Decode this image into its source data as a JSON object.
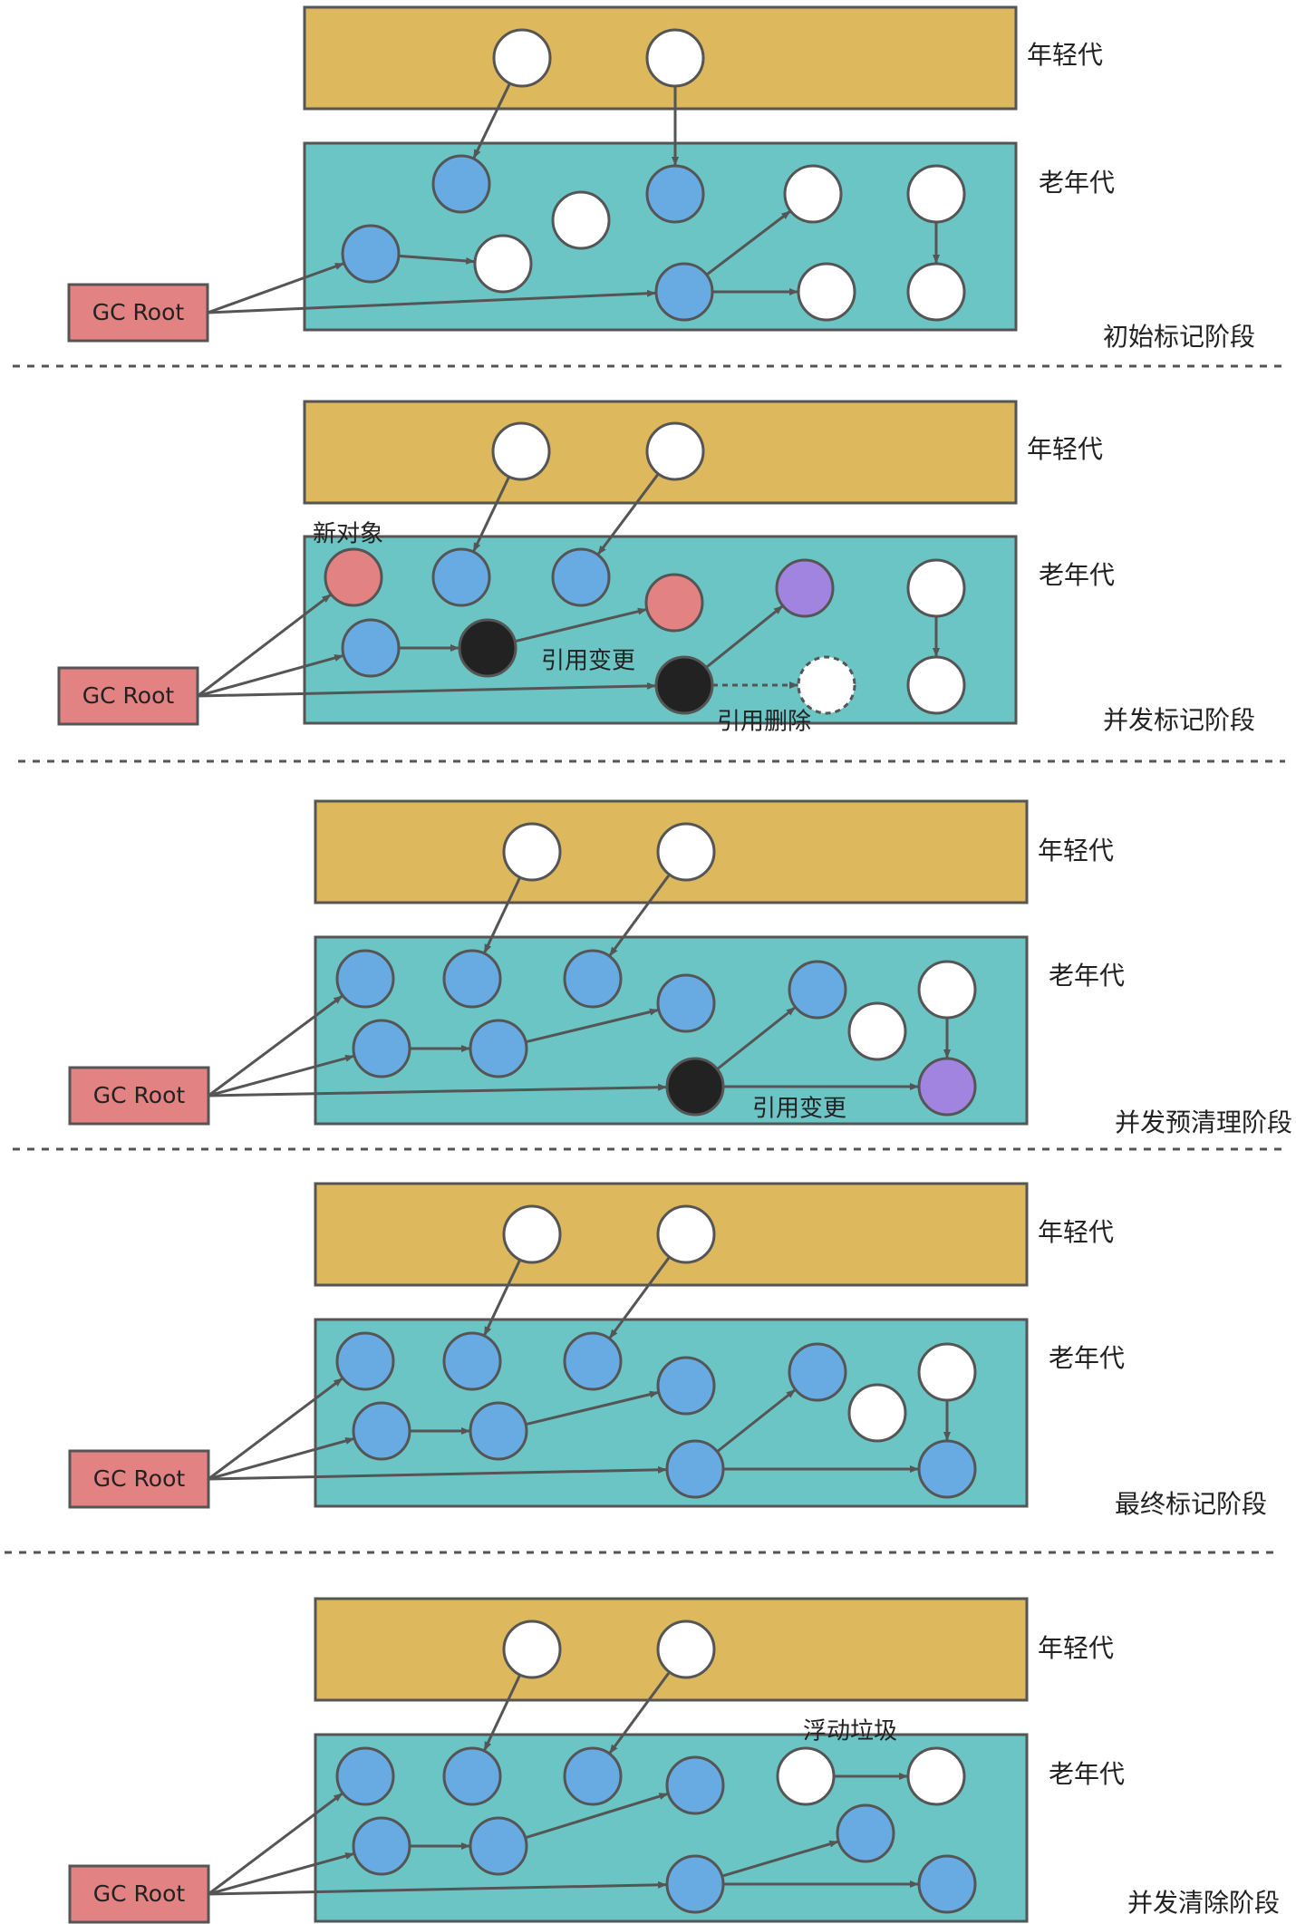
{
  "colors": {
    "young_fill": "#DDB85C",
    "old_fill": "#6BC5C5",
    "region_stroke": "#555555",
    "root_fill": "#E38282",
    "white_node": "#FFFFFF",
    "marked_node": "#67ABE2",
    "black_node": "#222222",
    "new_node": "#E38282",
    "purple_node": "#A084E0",
    "edge": "#555555",
    "divider": "#555555",
    "text": "#222222"
  },
  "stages": [
    {
      "name": "初始标记阶段",
      "young_label": "年轻代",
      "old_label": "老年代",
      "root_label": "GC Root",
      "annotations": [],
      "nodes": [
        {
          "id": "y1",
          "color": "white"
        },
        {
          "id": "y2",
          "color": "white"
        },
        {
          "id": "a1",
          "color": "marked"
        },
        {
          "id": "a2",
          "color": "white"
        },
        {
          "id": "a3",
          "color": "marked"
        },
        {
          "id": "a4",
          "color": "white"
        },
        {
          "id": "a5",
          "color": "white"
        },
        {
          "id": "b1",
          "color": "marked"
        },
        {
          "id": "b2",
          "color": "white"
        },
        {
          "id": "b3",
          "color": "marked"
        },
        {
          "id": "b4",
          "color": "white"
        },
        {
          "id": "b5",
          "color": "white"
        }
      ],
      "edges": [
        {
          "from": "y1",
          "to": "a1"
        },
        {
          "from": "y2",
          "to": "a3"
        },
        {
          "from": "root",
          "to": "b1"
        },
        {
          "from": "root",
          "to": "b3"
        },
        {
          "from": "b1",
          "to": "b2"
        },
        {
          "from": "b3",
          "to": "a4"
        },
        {
          "from": "b3",
          "to": "b4"
        },
        {
          "from": "a5",
          "to": "b5"
        }
      ]
    },
    {
      "name": "并发标记阶段",
      "young_label": "年轻代",
      "old_label": "老年代",
      "root_label": "GC Root",
      "annotations": [
        "新对象",
        "引用变更",
        "引用删除"
      ],
      "nodes": [
        {
          "id": "y1",
          "color": "white"
        },
        {
          "id": "y2",
          "color": "white"
        },
        {
          "id": "n1",
          "color": "new"
        },
        {
          "id": "a1",
          "color": "marked"
        },
        {
          "id": "a2",
          "color": "marked"
        },
        {
          "id": "a3",
          "color": "new"
        },
        {
          "id": "a4",
          "color": "purple"
        },
        {
          "id": "a5",
          "color": "white"
        },
        {
          "id": "b1",
          "color": "marked"
        },
        {
          "id": "b2",
          "color": "black"
        },
        {
          "id": "b3",
          "color": "black"
        },
        {
          "id": "b4",
          "color": "deleted"
        },
        {
          "id": "b5",
          "color": "white"
        }
      ],
      "edges": [
        {
          "from": "y1",
          "to": "a1"
        },
        {
          "from": "y2",
          "to": "a2"
        },
        {
          "from": "root",
          "to": "n1"
        },
        {
          "from": "root",
          "to": "b1"
        },
        {
          "from": "root",
          "to": "b3"
        },
        {
          "from": "b1",
          "to": "b2"
        },
        {
          "from": "b2",
          "to": "a3"
        },
        {
          "from": "b3",
          "to": "a4"
        },
        {
          "from": "b3",
          "to": "b4",
          "dashed": true
        },
        {
          "from": "a5",
          "to": "b5"
        }
      ]
    },
    {
      "name": "并发预清理阶段",
      "young_label": "年轻代",
      "old_label": "老年代",
      "root_label": "GC Root",
      "annotations": [
        "引用变更"
      ],
      "nodes": [
        {
          "id": "y1",
          "color": "white"
        },
        {
          "id": "y2",
          "color": "white"
        },
        {
          "id": "a0",
          "color": "marked"
        },
        {
          "id": "a1",
          "color": "marked"
        },
        {
          "id": "a2",
          "color": "marked"
        },
        {
          "id": "a3",
          "color": "marked"
        },
        {
          "id": "a4",
          "color": "marked"
        },
        {
          "id": "a5",
          "color": "white"
        },
        {
          "id": "a6",
          "color": "white"
        },
        {
          "id": "b1",
          "color": "marked"
        },
        {
          "id": "b2",
          "color": "marked"
        },
        {
          "id": "b3",
          "color": "black"
        },
        {
          "id": "b5",
          "color": "purple"
        }
      ],
      "edges": [
        {
          "from": "y1",
          "to": "a1"
        },
        {
          "from": "y2",
          "to": "a2"
        },
        {
          "from": "root",
          "to": "a0"
        },
        {
          "from": "root",
          "to": "b1"
        },
        {
          "from": "root",
          "to": "b3"
        },
        {
          "from": "b1",
          "to": "b2"
        },
        {
          "from": "b2",
          "to": "a3"
        },
        {
          "from": "b3",
          "to": "a4"
        },
        {
          "from": "b3",
          "to": "b5"
        },
        {
          "from": "a5",
          "to": "b5"
        }
      ]
    },
    {
      "name": "最终标记阶段",
      "young_label": "年轻代",
      "old_label": "老年代",
      "root_label": "GC Root",
      "annotations": [],
      "nodes": [
        {
          "id": "y1",
          "color": "white"
        },
        {
          "id": "y2",
          "color": "white"
        },
        {
          "id": "a0",
          "color": "marked"
        },
        {
          "id": "a1",
          "color": "marked"
        },
        {
          "id": "a2",
          "color": "marked"
        },
        {
          "id": "a3",
          "color": "marked"
        },
        {
          "id": "a4",
          "color": "marked"
        },
        {
          "id": "a5",
          "color": "white"
        },
        {
          "id": "a6",
          "color": "white"
        },
        {
          "id": "b1",
          "color": "marked"
        },
        {
          "id": "b2",
          "color": "marked"
        },
        {
          "id": "b3",
          "color": "marked"
        },
        {
          "id": "b5",
          "color": "marked"
        }
      ],
      "edges": [
        {
          "from": "y1",
          "to": "a1"
        },
        {
          "from": "y2",
          "to": "a2"
        },
        {
          "from": "root",
          "to": "a0"
        },
        {
          "from": "root",
          "to": "b1"
        },
        {
          "from": "root",
          "to": "b3"
        },
        {
          "from": "b1",
          "to": "b2"
        },
        {
          "from": "b2",
          "to": "a3"
        },
        {
          "from": "b3",
          "to": "a4"
        },
        {
          "from": "b3",
          "to": "b5"
        },
        {
          "from": "a5",
          "to": "b5"
        }
      ]
    },
    {
      "name": "并发清除阶段",
      "young_label": "年轻代",
      "old_label": "老年代",
      "root_label": "GC Root",
      "annotations": [
        "浮动垃圾"
      ],
      "nodes": [
        {
          "id": "y1",
          "color": "white"
        },
        {
          "id": "y2",
          "color": "white"
        },
        {
          "id": "a0",
          "color": "marked"
        },
        {
          "id": "a1",
          "color": "marked"
        },
        {
          "id": "a2",
          "color": "marked"
        },
        {
          "id": "a3",
          "color": "marked"
        },
        {
          "id": "a4",
          "color": "white"
        },
        {
          "id": "a5",
          "color": "white"
        },
        {
          "id": "b1",
          "color": "marked"
        },
        {
          "id": "b2",
          "color": "marked"
        },
        {
          "id": "b3",
          "color": "marked"
        },
        {
          "id": "c4",
          "color": "marked"
        },
        {
          "id": "b5",
          "color": "marked"
        }
      ],
      "edges": [
        {
          "from": "y1",
          "to": "a1"
        },
        {
          "from": "y2",
          "to": "a2"
        },
        {
          "from": "root",
          "to": "a0"
        },
        {
          "from": "root",
          "to": "b1"
        },
        {
          "from": "root",
          "to": "b3"
        },
        {
          "from": "b1",
          "to": "b2"
        },
        {
          "from": "b2",
          "to": "a3"
        },
        {
          "from": "b3",
          "to": "c4"
        },
        {
          "from": "b3",
          "to": "b5"
        },
        {
          "from": "a4",
          "to": "a5"
        }
      ]
    }
  ]
}
